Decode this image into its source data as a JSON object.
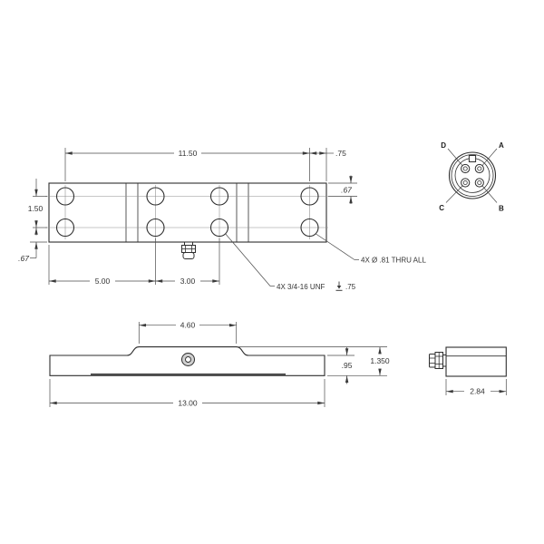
{
  "drawing": {
    "colors": {
      "line": "#2e2e2e",
      "dimension": "#4a4a4a",
      "centerline": "#909090",
      "background": "#ffffff",
      "connector_fill": "#cfcfcf"
    },
    "top_view": {
      "dim_outer_holes": "11.50",
      "dim_edge_to_hole": ".75",
      "dim_top_edge_to_row": ".67",
      "dim_row_spacing": "1.50",
      "dim_row_to_bottom": ".67",
      "dim_col_spacing_left": "5.00",
      "dim_col_spacing_mid": "3.00",
      "note_thru_holes": "4X Ø .81 THRU ALL",
      "note_tapped_holes": "4X 3/4-16 UNF",
      "note_tapped_depth": ".75"
    },
    "front_view": {
      "dim_boss_width": "4.60",
      "dim_overall_length": "13.00",
      "dim_body_height": ".95",
      "dim_overall_height": "1.350"
    },
    "end_view": {
      "dim_width": "2.84"
    },
    "connector_detail": {
      "pin_a": "A",
      "pin_b": "B",
      "pin_c": "C",
      "pin_d": "D"
    }
  }
}
